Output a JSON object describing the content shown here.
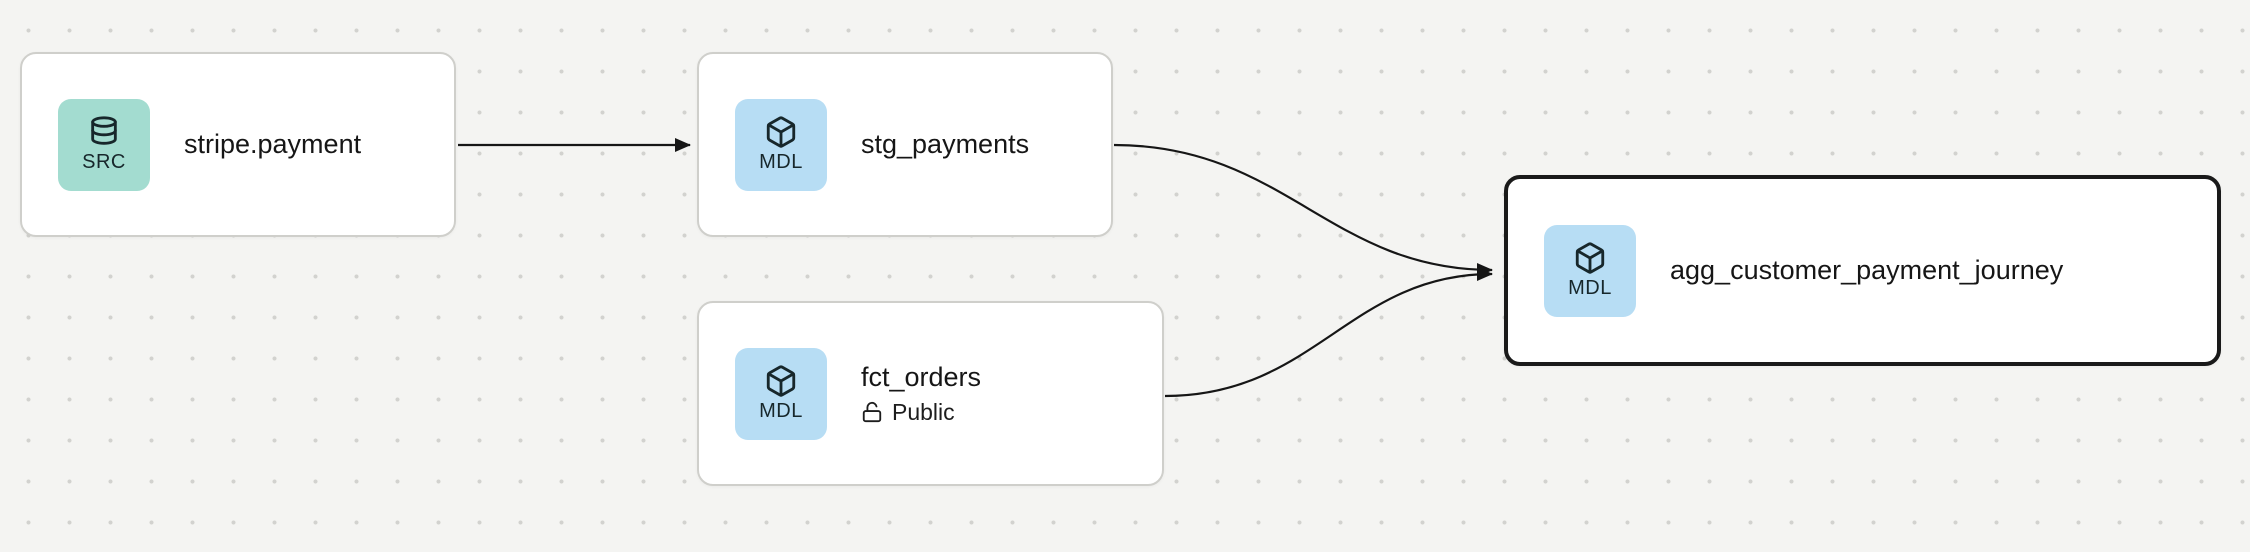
{
  "canvas": {
    "background": "#f4f4f2",
    "dot_color": "#d2d2cf"
  },
  "colors": {
    "node_background": "#ffffff",
    "node_border": "#cfcfcb",
    "selected_node_border": "#1a1a1a",
    "src_badge_background": "#a3dcd0",
    "mdl_badge_background": "#b7ddf4",
    "edge": "#161616",
    "text": "#161616"
  },
  "nodes": [
    {
      "id": "stripe-payment",
      "label": "stripe.payment",
      "badge": {
        "type": "SRC",
        "icon": "database-icon"
      },
      "selected": false
    },
    {
      "id": "stg-payments",
      "label": "stg_payments",
      "badge": {
        "type": "MDL",
        "icon": "cube-icon"
      },
      "selected": false
    },
    {
      "id": "fct-orders",
      "label": "fct_orders",
      "badge": {
        "type": "MDL",
        "icon": "cube-icon"
      },
      "access": "Public",
      "access_icon": "unlock-icon",
      "selected": false
    },
    {
      "id": "agg-customer-payment-journey",
      "label": "agg_customer_payment_journey",
      "badge": {
        "type": "MDL",
        "icon": "cube-icon"
      },
      "selected": true
    }
  ],
  "edges": [
    {
      "from": "stripe.payment",
      "to": "stg_payments"
    },
    {
      "from": "stg_payments",
      "to": "agg_customer_payment_journey"
    },
    {
      "from": "fct_orders",
      "to": "agg_customer_payment_journey"
    }
  ]
}
